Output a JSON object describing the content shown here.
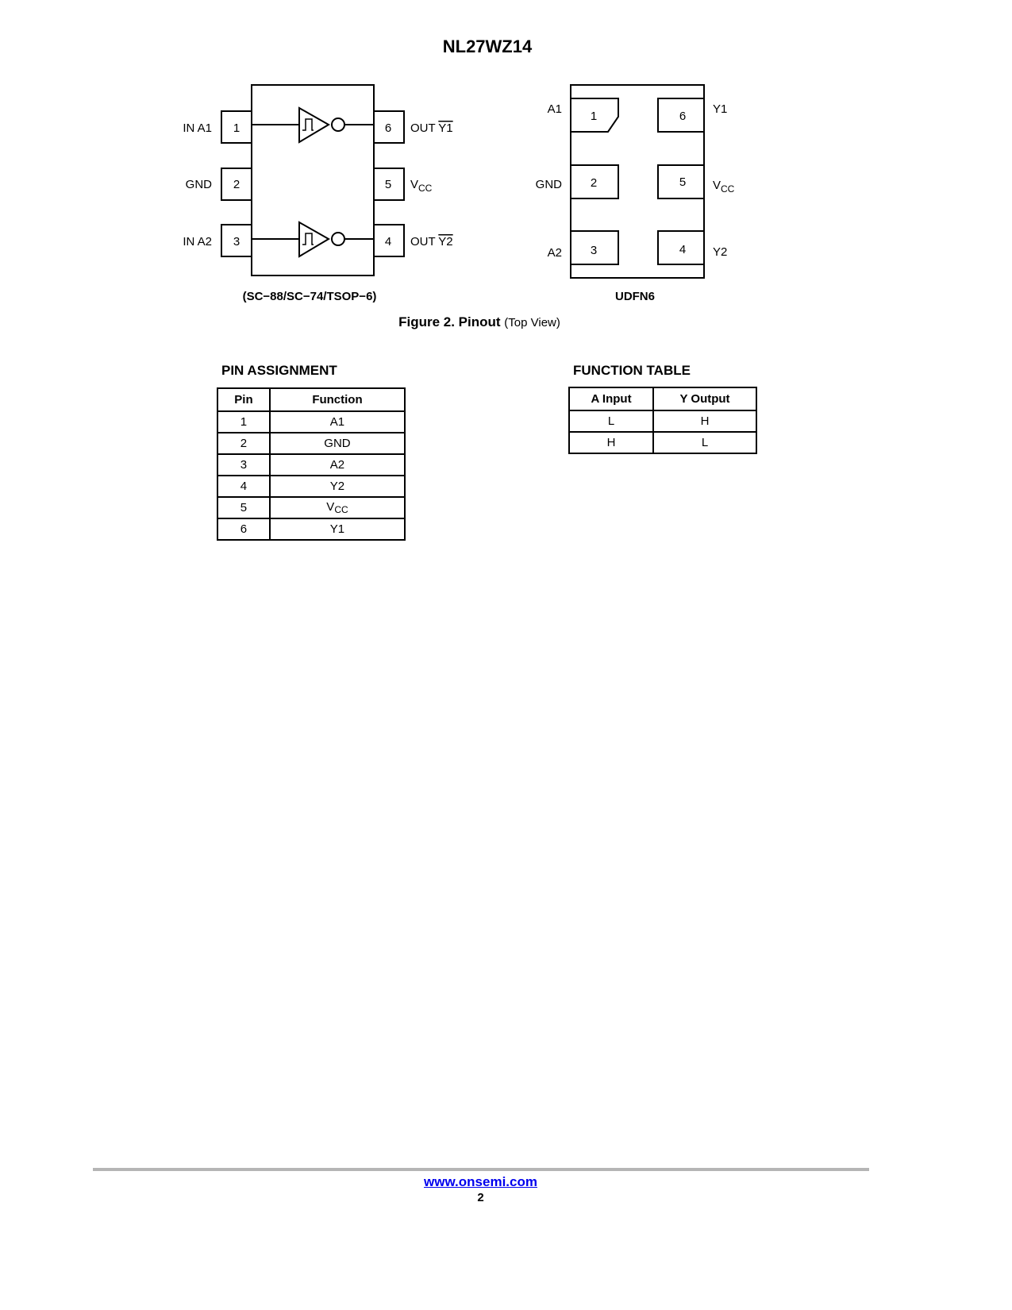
{
  "header": {
    "title": "NL27WZ14"
  },
  "pinout_left": {
    "caption": "(SC−88/SC−74/TSOP−6)",
    "pins": [
      {
        "num": "1",
        "label": "IN A1"
      },
      {
        "num": "2",
        "label": "GND"
      },
      {
        "num": "3",
        "label": "IN A2"
      },
      {
        "num": "4",
        "label_prefix": "OUT ",
        "label_bar": "Y2"
      },
      {
        "num": "5",
        "label_main": "V",
        "label_sub": "CC"
      },
      {
        "num": "6",
        "label_prefix": "OUT ",
        "label_bar": "Y1"
      }
    ]
  },
  "pinout_right": {
    "caption": "UDFN6",
    "pins": [
      {
        "num": "1",
        "label": "A1"
      },
      {
        "num": "2",
        "label": "GND"
      },
      {
        "num": "3",
        "label": "A2"
      },
      {
        "num": "4",
        "label": "Y2"
      },
      {
        "num": "5",
        "label_main": "V",
        "label_sub": "CC"
      },
      {
        "num": "6",
        "label": "Y1"
      }
    ]
  },
  "figure": {
    "label": "Figure 2. Pinout",
    "sub": "(Top View)"
  },
  "pin_assignment": {
    "title": "PIN ASSIGNMENT",
    "headers": [
      "Pin",
      "Function"
    ],
    "rows": [
      [
        "1",
        "A1"
      ],
      [
        "2",
        "GND"
      ],
      [
        "3",
        "A2"
      ],
      [
        "4",
        "Y2"
      ],
      [
        "5",
        "V",
        "CC"
      ],
      [
        "6",
        "Y1"
      ]
    ]
  },
  "function_table": {
    "title": "FUNCTION TABLE",
    "headers": [
      "A Input",
      "Y Output"
    ],
    "rows": [
      [
        "L",
        "H"
      ],
      [
        "H",
        "L"
      ]
    ]
  },
  "footer": {
    "link": "www.onsemi.com",
    "page": "2"
  }
}
